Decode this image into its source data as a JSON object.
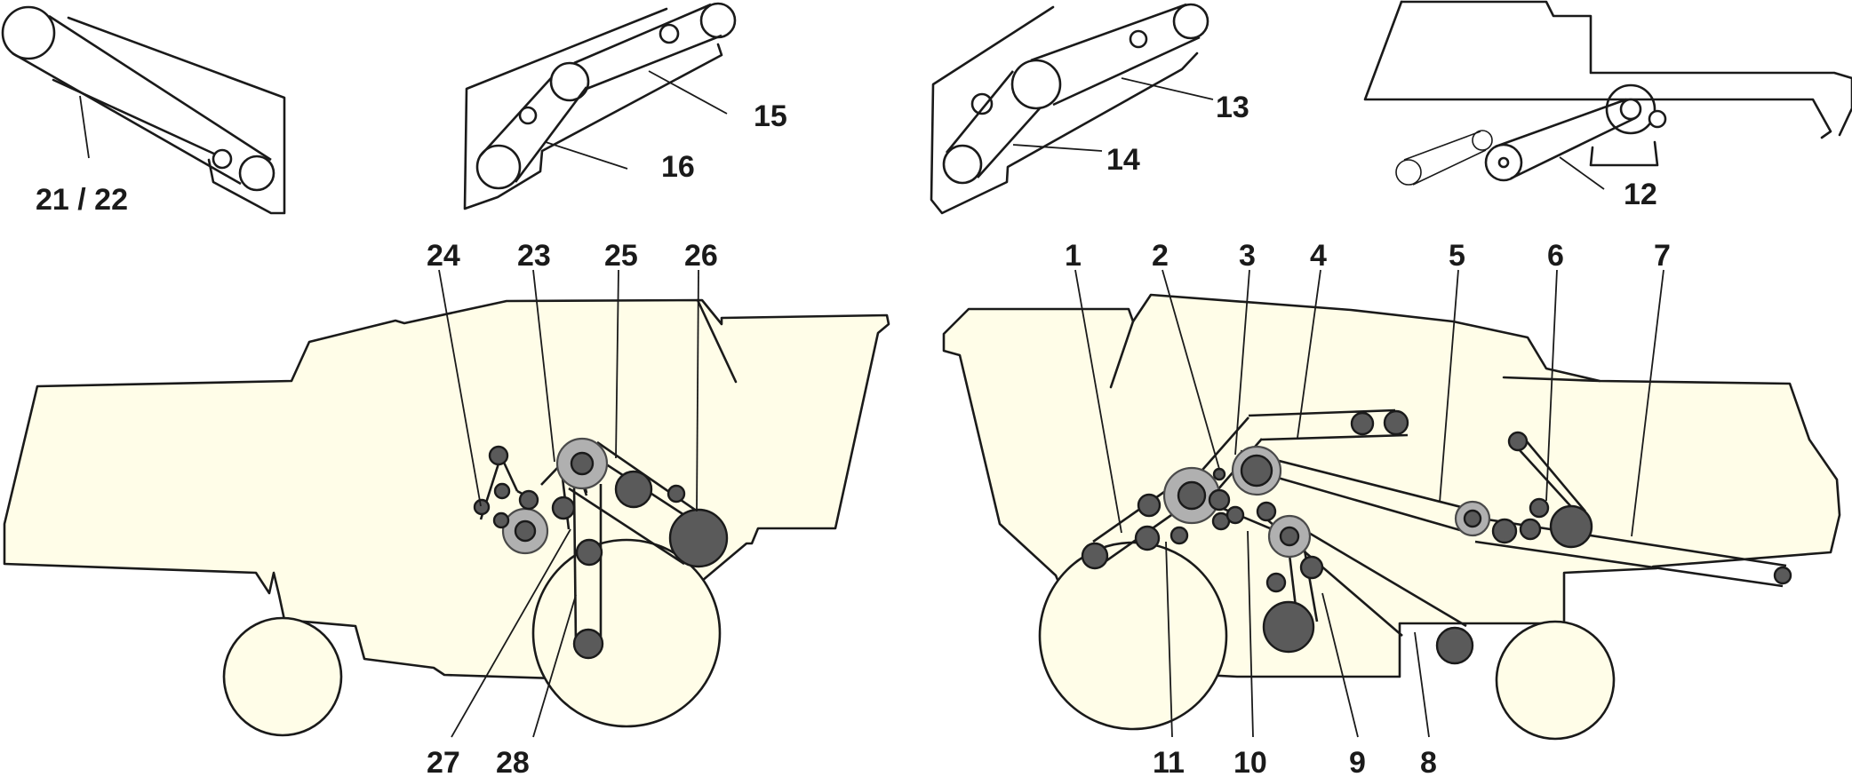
{
  "colors": {
    "body": "#fffde8",
    "line": "#1a1a1a",
    "pulley_dark": "#5a5a5a",
    "pulley_light": "#b0b0b0"
  },
  "callouts": {
    "c21_22": "21 / 22",
    "c15": "15",
    "c16": "16",
    "c13": "13",
    "c14": "14",
    "c12": "12",
    "c24": "24",
    "c23": "23",
    "c25": "25",
    "c26": "26",
    "c27": "27",
    "c28": "28",
    "c1": "1",
    "c2": "2",
    "c3": "3",
    "c4": "4",
    "c5": "5",
    "c6": "6",
    "c7": "7",
    "c11": "11",
    "c10": "10",
    "c9": "9",
    "c8": "8"
  }
}
